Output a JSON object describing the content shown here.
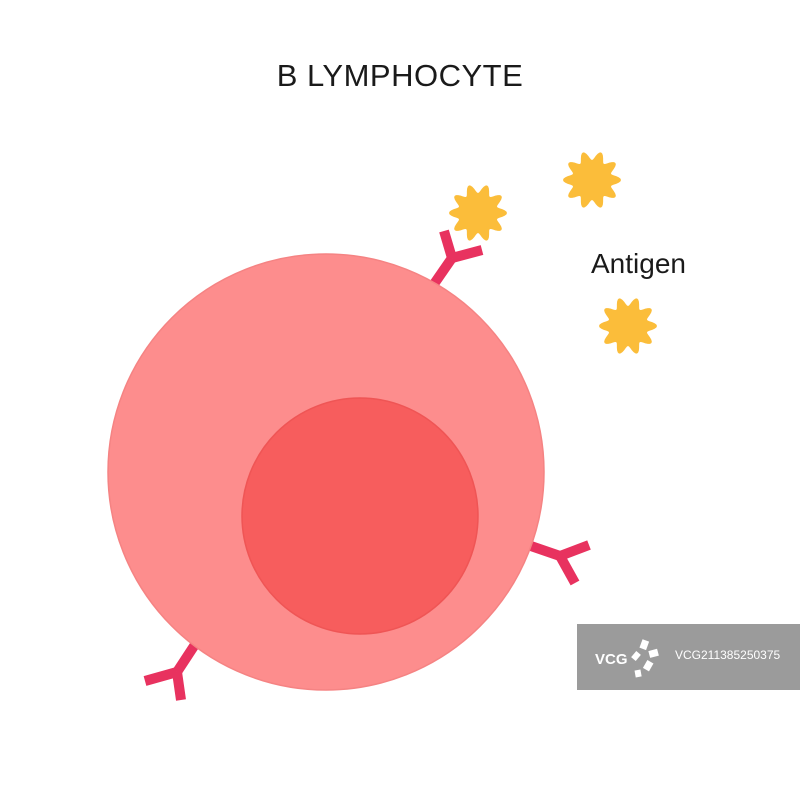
{
  "title": "B LYMPHOCYTE",
  "labels": {
    "antigen": "Antigen"
  },
  "colors": {
    "cell": "#fd8d8d",
    "cell_edge": "#f58383",
    "nucleus": "#f75d5d",
    "nucleus_edge": "#ef5555",
    "receptor": "#e8325f",
    "antigen": "#fbbd3a"
  },
  "watermark": {
    "brand": "VCG",
    "id_text": "VCG211385250375"
  }
}
